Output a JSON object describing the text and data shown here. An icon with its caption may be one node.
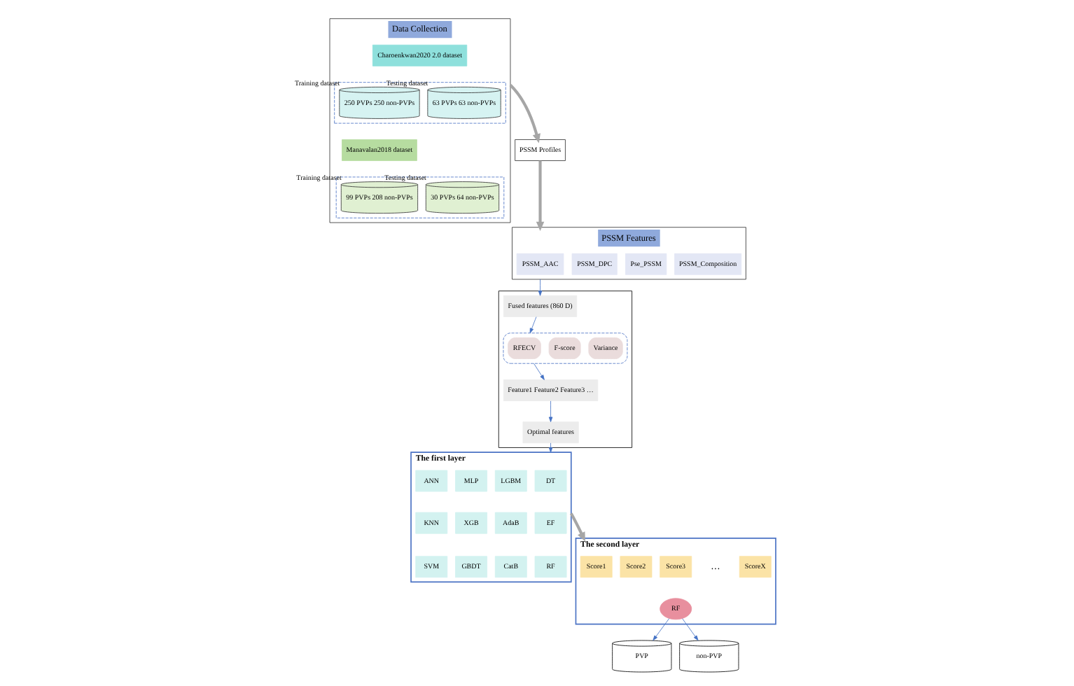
{
  "diagram": {
    "nodes": [
      {
        "text": [
          "Data Collection"
        ]
      },
      {
        "text": [
          "Charoenkwan2020 2.0 dataset"
        ],
        "in": 0
      },
      {
        "text": [],
        "shape": "box",
        "in": 0
      },
      {
        "text": [
          "250 PVPs 250 non-PVPs"
        ],
        "beside": [
          "Training dataset"
        ],
        "in": 2
      },
      {
        "text": [
          "63 PVPs 63 non-PVPs"
        ],
        "beside": [
          "Testing dataset"
        ],
        "in": 2
      },
      {
        "text": [
          "Manavalan2018 dataset"
        ],
        "in": 0
      },
      {
        "text": [],
        "shape": "box",
        "in": 0
      },
      {
        "text": [
          "99 PVPs 208 non-PVPs"
        ],
        "beside": [
          "Training dataset"
        ],
        "in": 6
      },
      {
        "text": [
          "30 PVPs 64 non-PVPs"
        ],
        "beside": [
          "Testing dataset"
        ],
        "in": 6
      },
      {
        "text": [
          "PSSM Profiles"
        ]
      },
      {
        "text": [
          "PSSM Features"
        ]
      },
      {
        "text": [
          "PSSM_AAC"
        ],
        "in": 10
      },
      {
        "text": [
          "PSSM_DPC"
        ],
        "in": 10
      },
      {
        "text": [
          "Pse_PSSM"
        ],
        "in": 10
      },
      {
        "text": [
          "PSSM_Composition"
        ],
        "in": 10
      },
      {
        "text": [],
        "shape": "box"
      },
      {
        "text": [
          "Fused features (860 D)"
        ],
        "in": 15
      },
      {
        "text": [],
        "shape": "box",
        "in": 15
      },
      {
        "text": [
          "RFECV"
        ],
        "in": 17
      },
      {
        "text": [
          "F-score"
        ],
        "in": 17
      },
      {
        "text": [
          "Variance"
        ],
        "in": 17
      },
      {
        "text": [
          "Feature1 Feature2 Feature3 …"
        ],
        "in": 15
      },
      {
        "text": [
          "Optimal features"
        ],
        "in": 15
      },
      {
        "text": [
          "The first layer"
        ]
      },
      {
        "text": [
          "DT"
        ],
        "in": 23
      },
      {
        "text": [
          "ANN"
        ],
        "in": 23
      },
      {
        "text": [
          "MLP"
        ],
        "in": 23
      },
      {
        "text": [
          "LGBM"
        ],
        "in": 23
      },
      {
        "text": [
          "EF"
        ],
        "in": 23
      },
      {
        "text": [
          "KNN"
        ],
        "in": 23
      },
      {
        "text": [
          "XGB"
        ],
        "in": 23
      },
      {
        "text": [
          "AdaB"
        ],
        "in": 23
      },
      {
        "text": [
          "RF"
        ],
        "in": 23
      },
      {
        "text": [
          "SVM"
        ],
        "in": 23
      },
      {
        "text": [
          "GBDT"
        ],
        "in": 23
      },
      {
        "text": [
          "CatB"
        ],
        "in": 23
      },
      {
        "text": [
          "The second layer"
        ]
      },
      {
        "text": [
          "Score1"
        ],
        "in": 36
      },
      {
        "text": [
          "Score2"
        ],
        "in": 36
      },
      {
        "text": [
          "Score3"
        ],
        "in": 36
      },
      {
        "text": [
          "ScoreX"
        ],
        "in": 36
      },
      {
        "text": [
          "RF"
        ],
        "in": 36
      },
      {
        "text": [
          "PVP"
        ]
      },
      {
        "text": [
          "non-PVP"
        ]
      }
    ],
    "edges": [
      {
        "from": 0,
        "to": 9,
        "arrow": "to",
        "style": "thick",
        "color": "#a6a6a6"
      },
      {
        "from": 9,
        "to": 10,
        "arrow": "to",
        "style": "thick",
        "color": "#a6a6a6"
      },
      {
        "from": 10,
        "to": 16,
        "arrow": "to"
      },
      {
        "from": 16,
        "to": 17,
        "arrow": "to"
      },
      {
        "from": 17,
        "to": 21,
        "arrow": "to"
      },
      {
        "from": 21,
        "to": 22,
        "arrow": "to"
      },
      {
        "from": 22,
        "to": 23,
        "arrow": "to"
      },
      {
        "from": 23,
        "to": 36,
        "arrow": "to",
        "style": "thick",
        "color": "#a6a6a6"
      },
      {
        "from": 41,
        "to": 42,
        "arrow": "to"
      },
      {
        "from": 41,
        "to": 43,
        "arrow": "to"
      }
    ],
    "labels": [
      "…"
    ]
  }
}
